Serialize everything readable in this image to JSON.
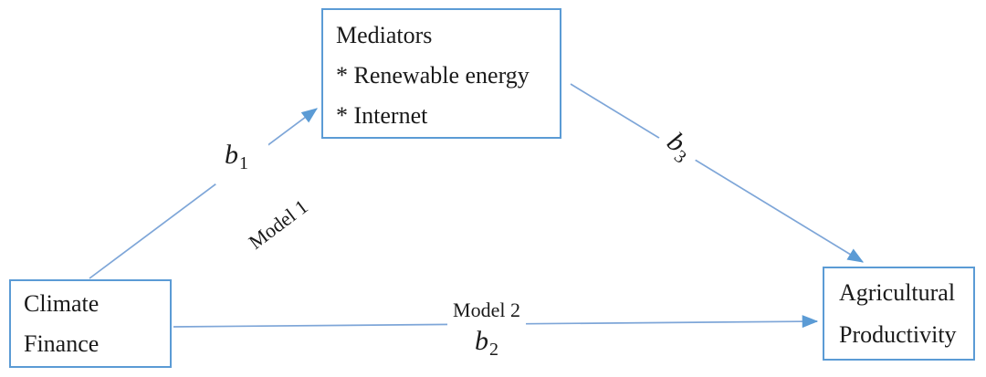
{
  "colors": {
    "box_border": "#5B9BD5",
    "connector": "#7EA6D8",
    "arrowhead": "#5B9BD5",
    "text": "#1a1a1a",
    "canvas_bg": "#ffffff"
  },
  "nodes": {
    "mediators": {
      "lines": [
        "Mediators",
        "* Renewable energy",
        "* Internet"
      ]
    },
    "climate_finance": {
      "lines": [
        "Climate",
        "Finance"
      ]
    },
    "agricultural_productivity": {
      "lines": [
        "Agricultural",
        "Productivity"
      ]
    }
  },
  "edges": {
    "b1": {
      "coef_base": "b",
      "coef_sub": "1",
      "model_label": "Model 1"
    },
    "b2": {
      "coef_base": "b",
      "coef_sub": "2",
      "model_label": "Model 2"
    },
    "b3": {
      "coef_base": "b",
      "coef_sub": "3"
    }
  }
}
